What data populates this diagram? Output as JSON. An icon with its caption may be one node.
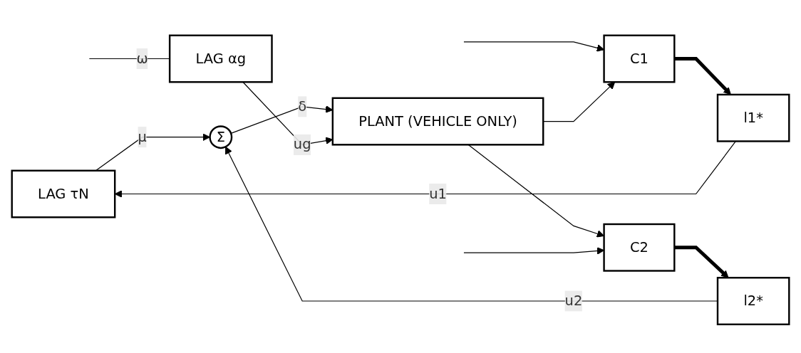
{
  "diagram": {
    "nodes": [
      {
        "text": [
          "LAG τN"
        ]
      },
      {
        "text": [
          "l1*"
        ]
      },
      {
        "text": [
          "C1"
        ]
      },
      {
        "text": [
          "Σ"
        ]
      },
      {
        "text": [
          "LAG αg"
        ]
      },
      {
        "text": [
          "PLANT (VEHICLE ONLY)"
        ]
      },
      {
        "text": [
          "l2*"
        ]
      },
      {
        "text": [
          "C2"
        ]
      }
    ],
    "edges": [
      {
        "from": 1,
        "to": 0,
        "arrow": "to",
        "label": "u1"
      },
      {
        "from": 2,
        "to": 1,
        "arrow": "to",
        "style": "thick"
      },
      {
        "from": null,
        "to": 2,
        "arrow": "to"
      },
      {
        "from": 5,
        "to": 2,
        "arrow": "to"
      },
      {
        "from": 0,
        "to": 3,
        "arrow": "to",
        "label": "μ"
      },
      {
        "from": null,
        "to": 4,
        "arrow": "none",
        "label": "ω"
      },
      {
        "from": 3,
        "to": 5,
        "arrow": "to",
        "label": "δ"
      },
      {
        "from": 4,
        "to": 5,
        "arrow": "to",
        "label": "ug"
      },
      {
        "from": 5,
        "to": 7,
        "arrow": "to"
      },
      {
        "from": null,
        "to": 7,
        "arrow": "to"
      },
      {
        "from": 7,
        "to": 6,
        "arrow": "to",
        "style": "thick"
      },
      {
        "from": 6,
        "to": 3,
        "arrow": "to",
        "label": "u2"
      }
    ]
  }
}
